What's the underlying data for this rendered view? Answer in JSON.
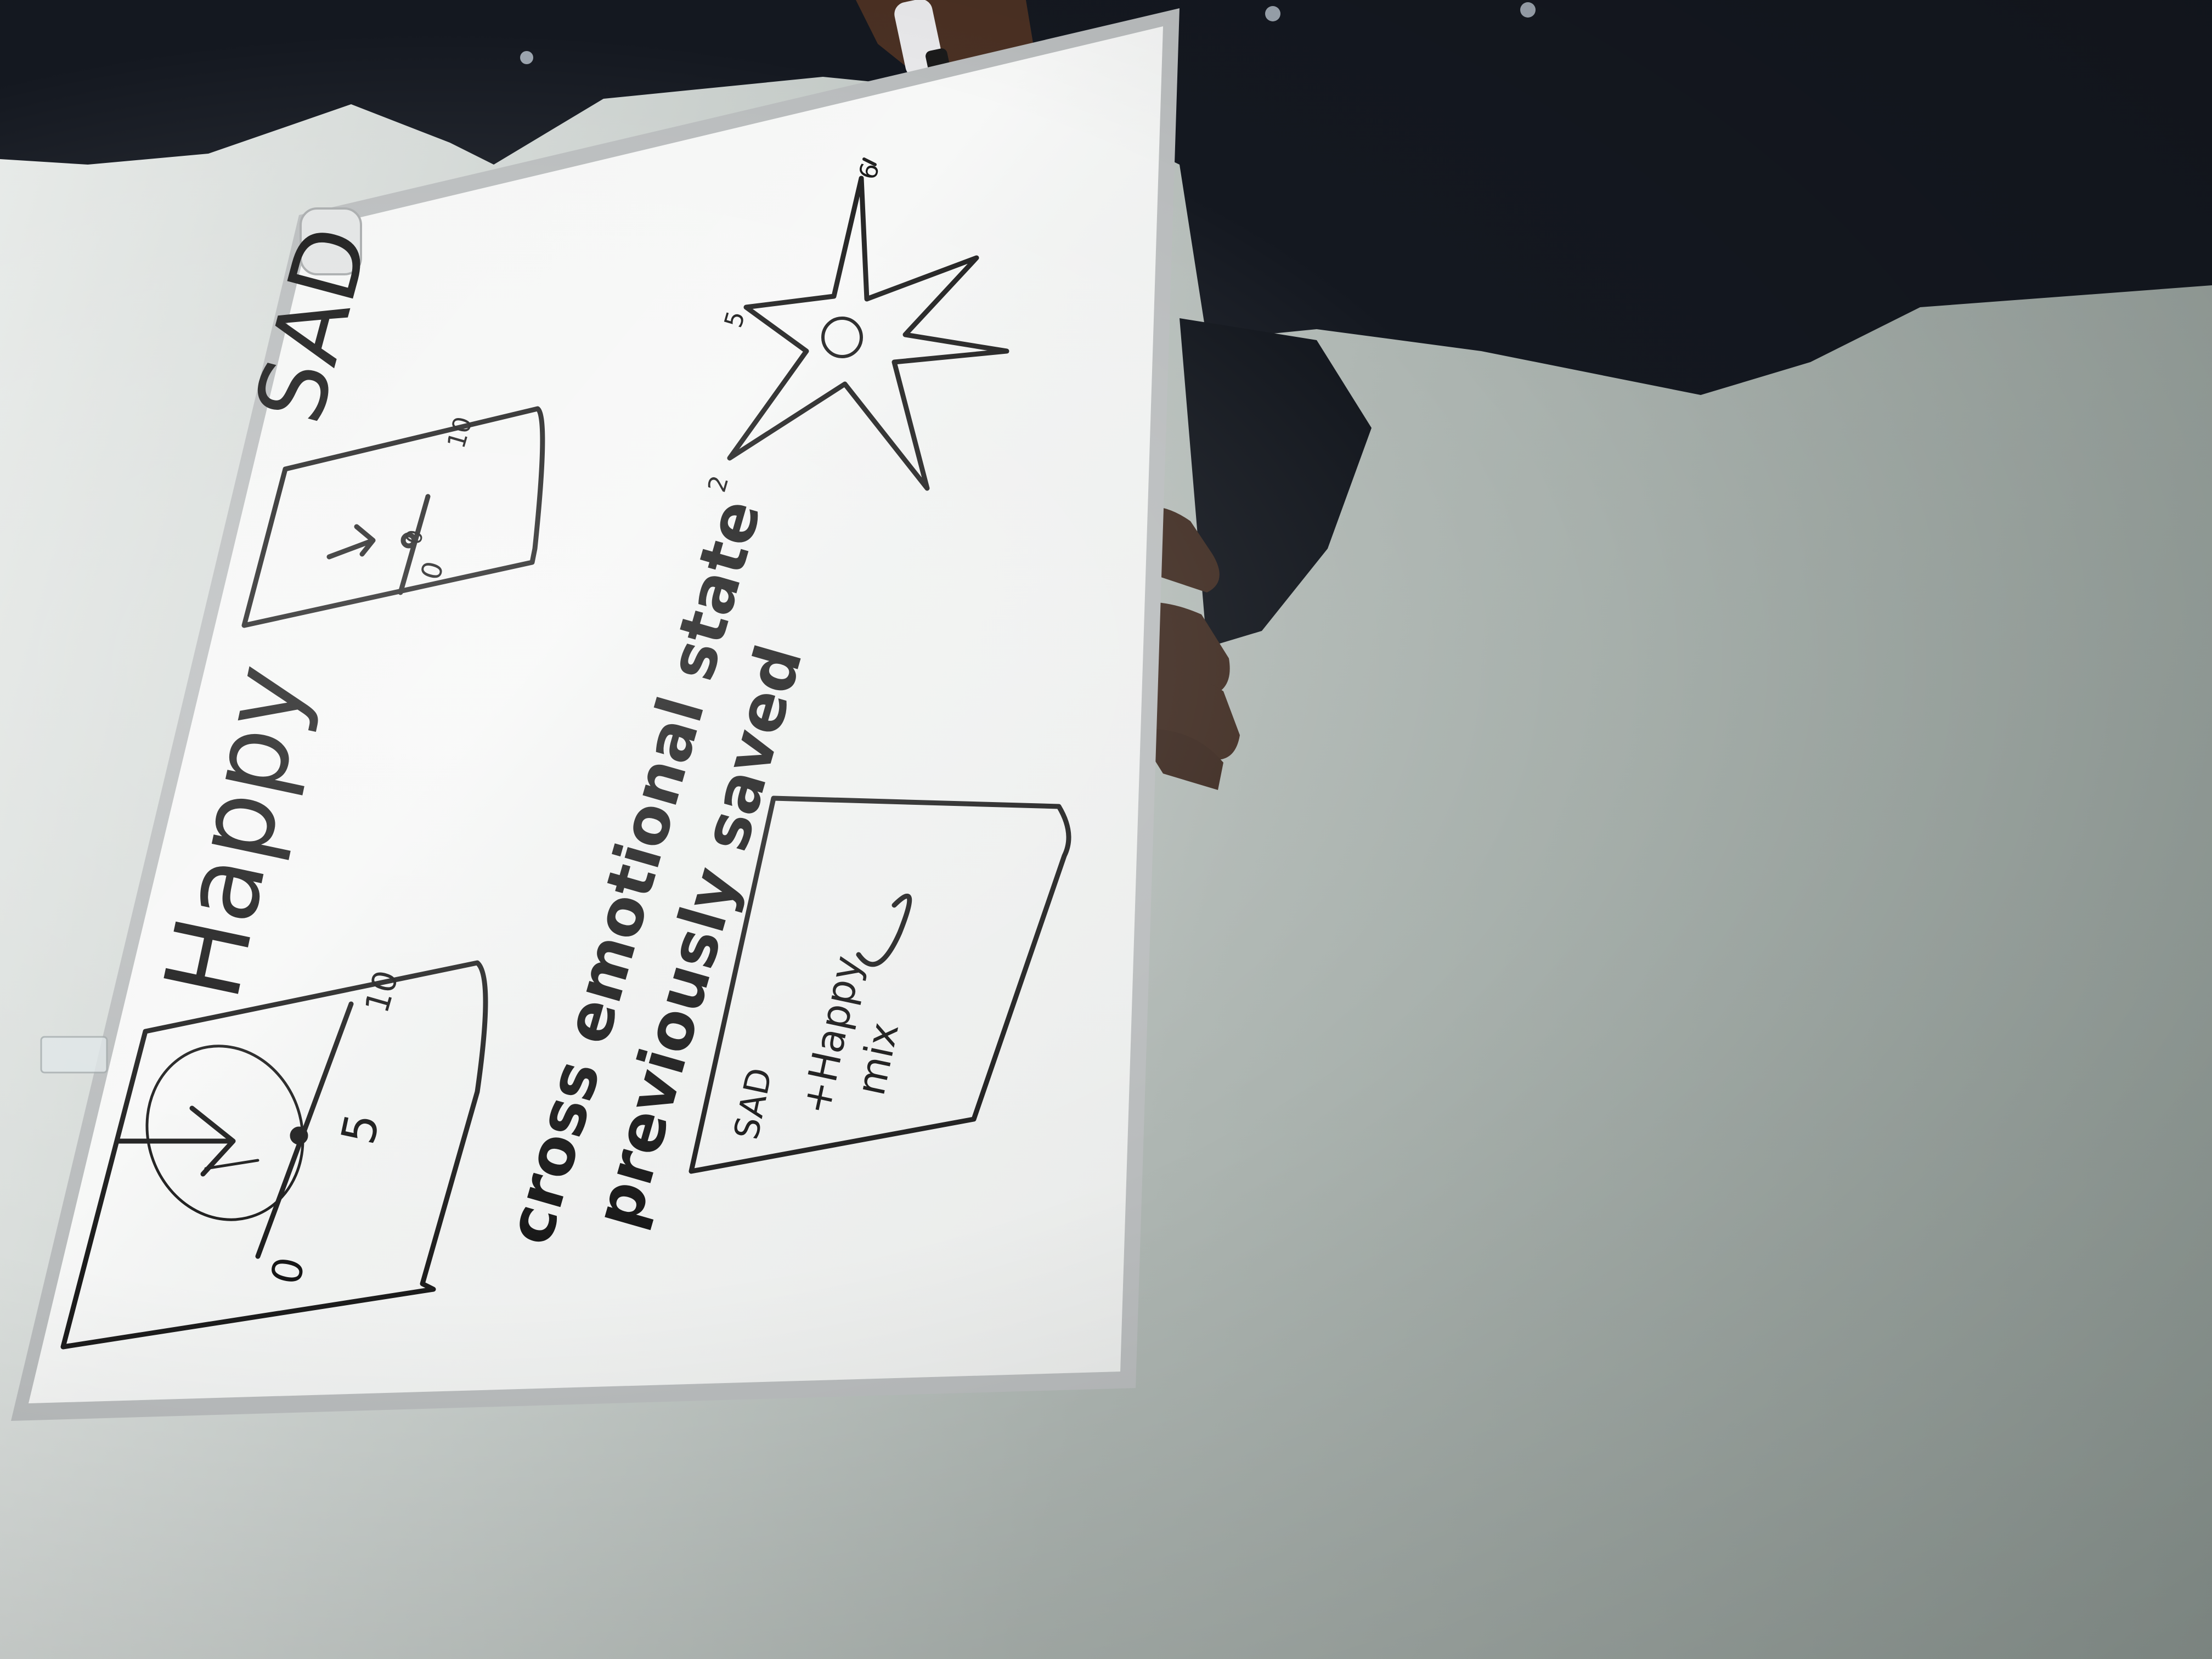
{
  "whiteboard": {
    "label_sad": "SAD",
    "label_happy": "Happy",
    "line1": "cross emotional state",
    "line2": "previously saved",
    "sad_box": {
      "scale_label_min": "0",
      "scale_label_mid": "0",
      "scale_label_max": "10"
    },
    "happy_box": {
      "scale_label_min": "0",
      "scale_label_mid": "5",
      "scale_label_max": "10"
    },
    "mix_box": {
      "line1": "SAD",
      "line2": "+Happy",
      "line3": "mix"
    },
    "star": {
      "point_labels": [
        "6",
        "5",
        "2"
      ]
    }
  }
}
